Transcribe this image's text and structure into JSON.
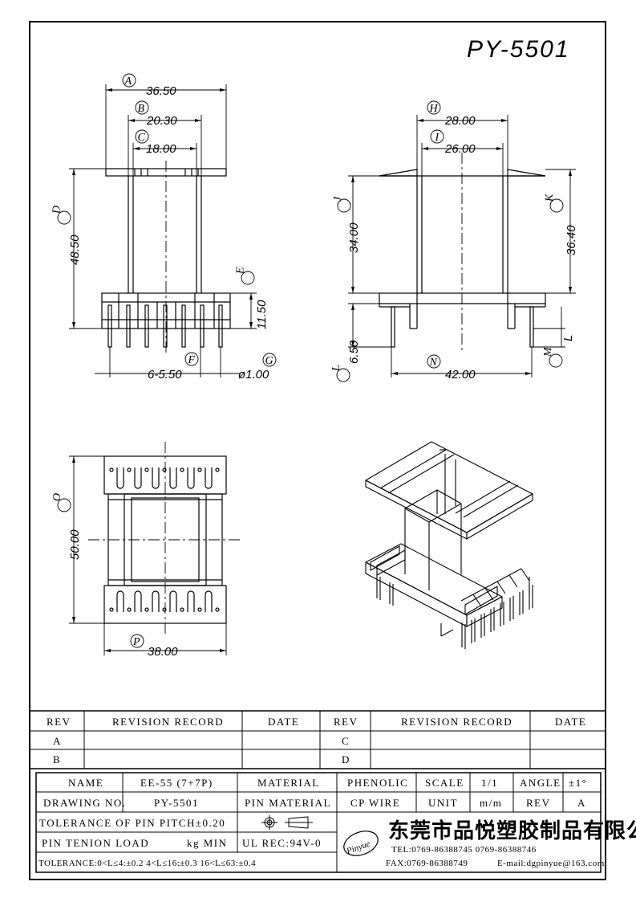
{
  "title": "PY-5501",
  "front_view": {
    "dims": {
      "a": "36.50",
      "b": "20.30",
      "c": "18.00",
      "d": "48.50",
      "e": "11.50",
      "f": "6-5.50",
      "g": "ø1.00"
    }
  },
  "side_view": {
    "dims": {
      "h": "28.00",
      "i": "26.00",
      "j": "34.00",
      "k": "36.40",
      "l": "6.50",
      "n": "42.00",
      "m": "L"
    }
  },
  "bottom_view": {
    "dims": {
      "o": "50.00",
      "p": "38.00"
    }
  },
  "callouts": [
    "A",
    "B",
    "C",
    "D",
    "E",
    "F",
    "G",
    "H",
    "I",
    "J",
    "K",
    "L",
    "M",
    "N",
    "O",
    "P"
  ],
  "revision_table": {
    "headers": [
      "REV",
      "REVISION RECORD",
      "DATE",
      "REV",
      "REVISION RECORD",
      "DATE"
    ],
    "rows": [
      [
        "A",
        "",
        "",
        "C",
        "",
        ""
      ],
      [
        "B",
        "",
        "",
        "D",
        "",
        ""
      ]
    ]
  },
  "title_block": {
    "name_label": "NAME",
    "name_value": "EE-55 (7+7P)",
    "material_label": "MATERIAL",
    "material_value": "PHENOLIC",
    "scale_label": "SCALE",
    "scale_value": "1/1",
    "angle_label": "ANGLE",
    "angle_value": "±1°",
    "drawing_no_label": "DRAWING NO.",
    "drawing_no_value": "PY-5501",
    "pin_material_label": "PIN MATERIAL",
    "pin_material_value": "CP WIRE",
    "unit_label": "UNIT",
    "unit_value": "m/m",
    "rev_label": "REV",
    "rev_value": "A",
    "tolerance_pitch": "TOLERANCE OF PIN PITCH±0.20",
    "pin_tension": "PIN TENION LOAD",
    "pin_tension_unit": "kg MIN",
    "ul_rec": "UL REC:94V-0",
    "tolerance_general": "TOLERANCE:0<L≤4:±0.2  4<L≤16:±0.3  16<L≤63:±0.4",
    "company_cn": "东莞市品悦塑胶制品有限公司",
    "tel": "TEL:0769-86388745   0769-86388746",
    "fax": "FAX:0769-86388749",
    "email": "E-mail:dgpinyue@163.com",
    "logo_text": "Pinyue"
  }
}
